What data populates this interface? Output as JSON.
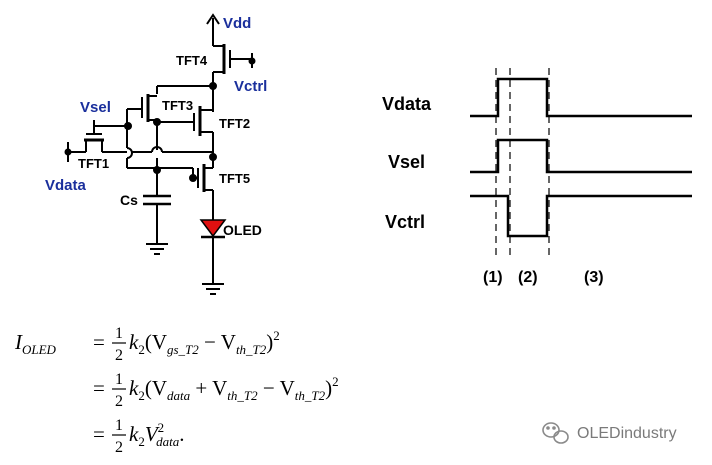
{
  "circuit": {
    "vdd": "Vdd",
    "tft4": "TFT4",
    "vctrl": "Vctrl",
    "vsel": "Vsel",
    "tft3": "TFT3",
    "tft2": "TFT2",
    "tft1": "TFT1",
    "tft5": "TFT5",
    "vdata": "Vdata",
    "cs": "Cs",
    "oled": "OLED"
  },
  "timing": {
    "vdata": "Vdata",
    "vsel": "Vsel",
    "vctrl": "Vctrl",
    "phase1": "(1)",
    "phase2": "(2)",
    "phase3": "(3)"
  },
  "colors": {
    "label_blue": "#1a2f9c",
    "oled_red": "#e01010",
    "line": "#000000"
  },
  "equation": {
    "line1": {
      "lhs_main": "I",
      "lhs_sub": "OLED",
      "eq": "=",
      "half_num": "1",
      "half_den": "2",
      "k": "k",
      "k_sub": "2",
      "open": "(V",
      "v1_sub": "gs_T2",
      "minus": " − V",
      "v2_sub": "th_T2",
      "close": ")",
      "sq": "2"
    },
    "line2": {
      "eq": "=",
      "half_num": "1",
      "half_den": "2",
      "k": "k",
      "k_sub": "2",
      "open": "(V",
      "v1_sub": "data",
      "plus": " + V",
      "v2_sub": "th_T2",
      "minus": " − V",
      "v3_sub": "th_T2",
      "close": ")",
      "sq": "2"
    },
    "line3": {
      "eq": "=",
      "half_num": "1",
      "half_den": "2",
      "k": "k",
      "k_sub": "2",
      "v": "V",
      "v_sub": "data",
      "v_sup": "2",
      "dot": "."
    }
  },
  "watermark": {
    "icon": "wechat-icon",
    "text": "OLEDindustry"
  }
}
